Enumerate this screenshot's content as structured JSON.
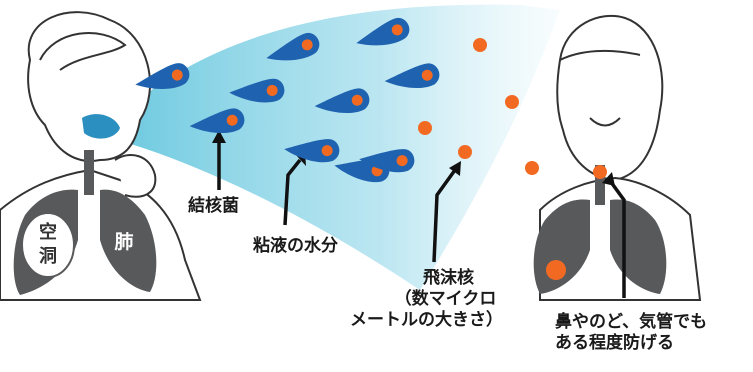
{
  "lungs_left": {
    "cavity": "空\n洞",
    "lung": "肺"
  },
  "labels": {
    "bacteria": "結核菌",
    "saliva": "粘液の水分",
    "droplet_nuclei_line1": "飛沫核",
    "droplet_nuclei_line2": "（数マイクロ",
    "droplet_nuclei_line3": "メートルの大きさ）",
    "defense_line1": "鼻やのど、気管でも",
    "defense_line2": "ある程度防げる"
  },
  "colors": {
    "spray": "#5cc3dc",
    "droplet": "#1f63b0",
    "bacterium": "#f26a22",
    "lung": "#58595b",
    "outline": "#333333"
  }
}
